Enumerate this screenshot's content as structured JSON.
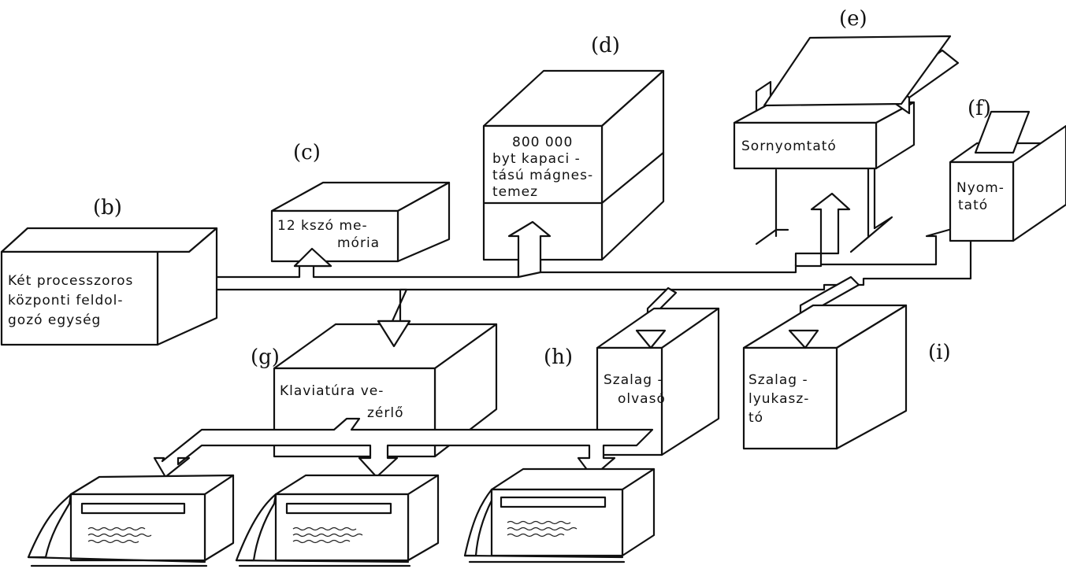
{
  "labels": {
    "b": "(b)",
    "c": "(c)",
    "d": "(d)",
    "e": "(e)",
    "f": "(f)",
    "g": "(g)",
    "h": "(h)",
    "i": "(i)"
  },
  "units": {
    "cpu": [
      "Két processzoros",
      "központi feldol-",
      "gozó egység"
    ],
    "memory": [
      "12 kszó me-",
      "mória"
    ],
    "disk": [
      "800 000",
      "byt kapaci -",
      "tású mágnes-",
      "temez"
    ],
    "line_printer": [
      "Sornyomtató"
    ],
    "printer": [
      "Nyom-",
      "tató"
    ],
    "keyboard_controller": [
      "Klaviatúra ve-",
      "zérlő"
    ],
    "tape_reader": [
      "Szalag -",
      "olvasó"
    ],
    "tape_punch": [
      "Szalag -",
      "lyukasz-",
      "tó"
    ]
  }
}
